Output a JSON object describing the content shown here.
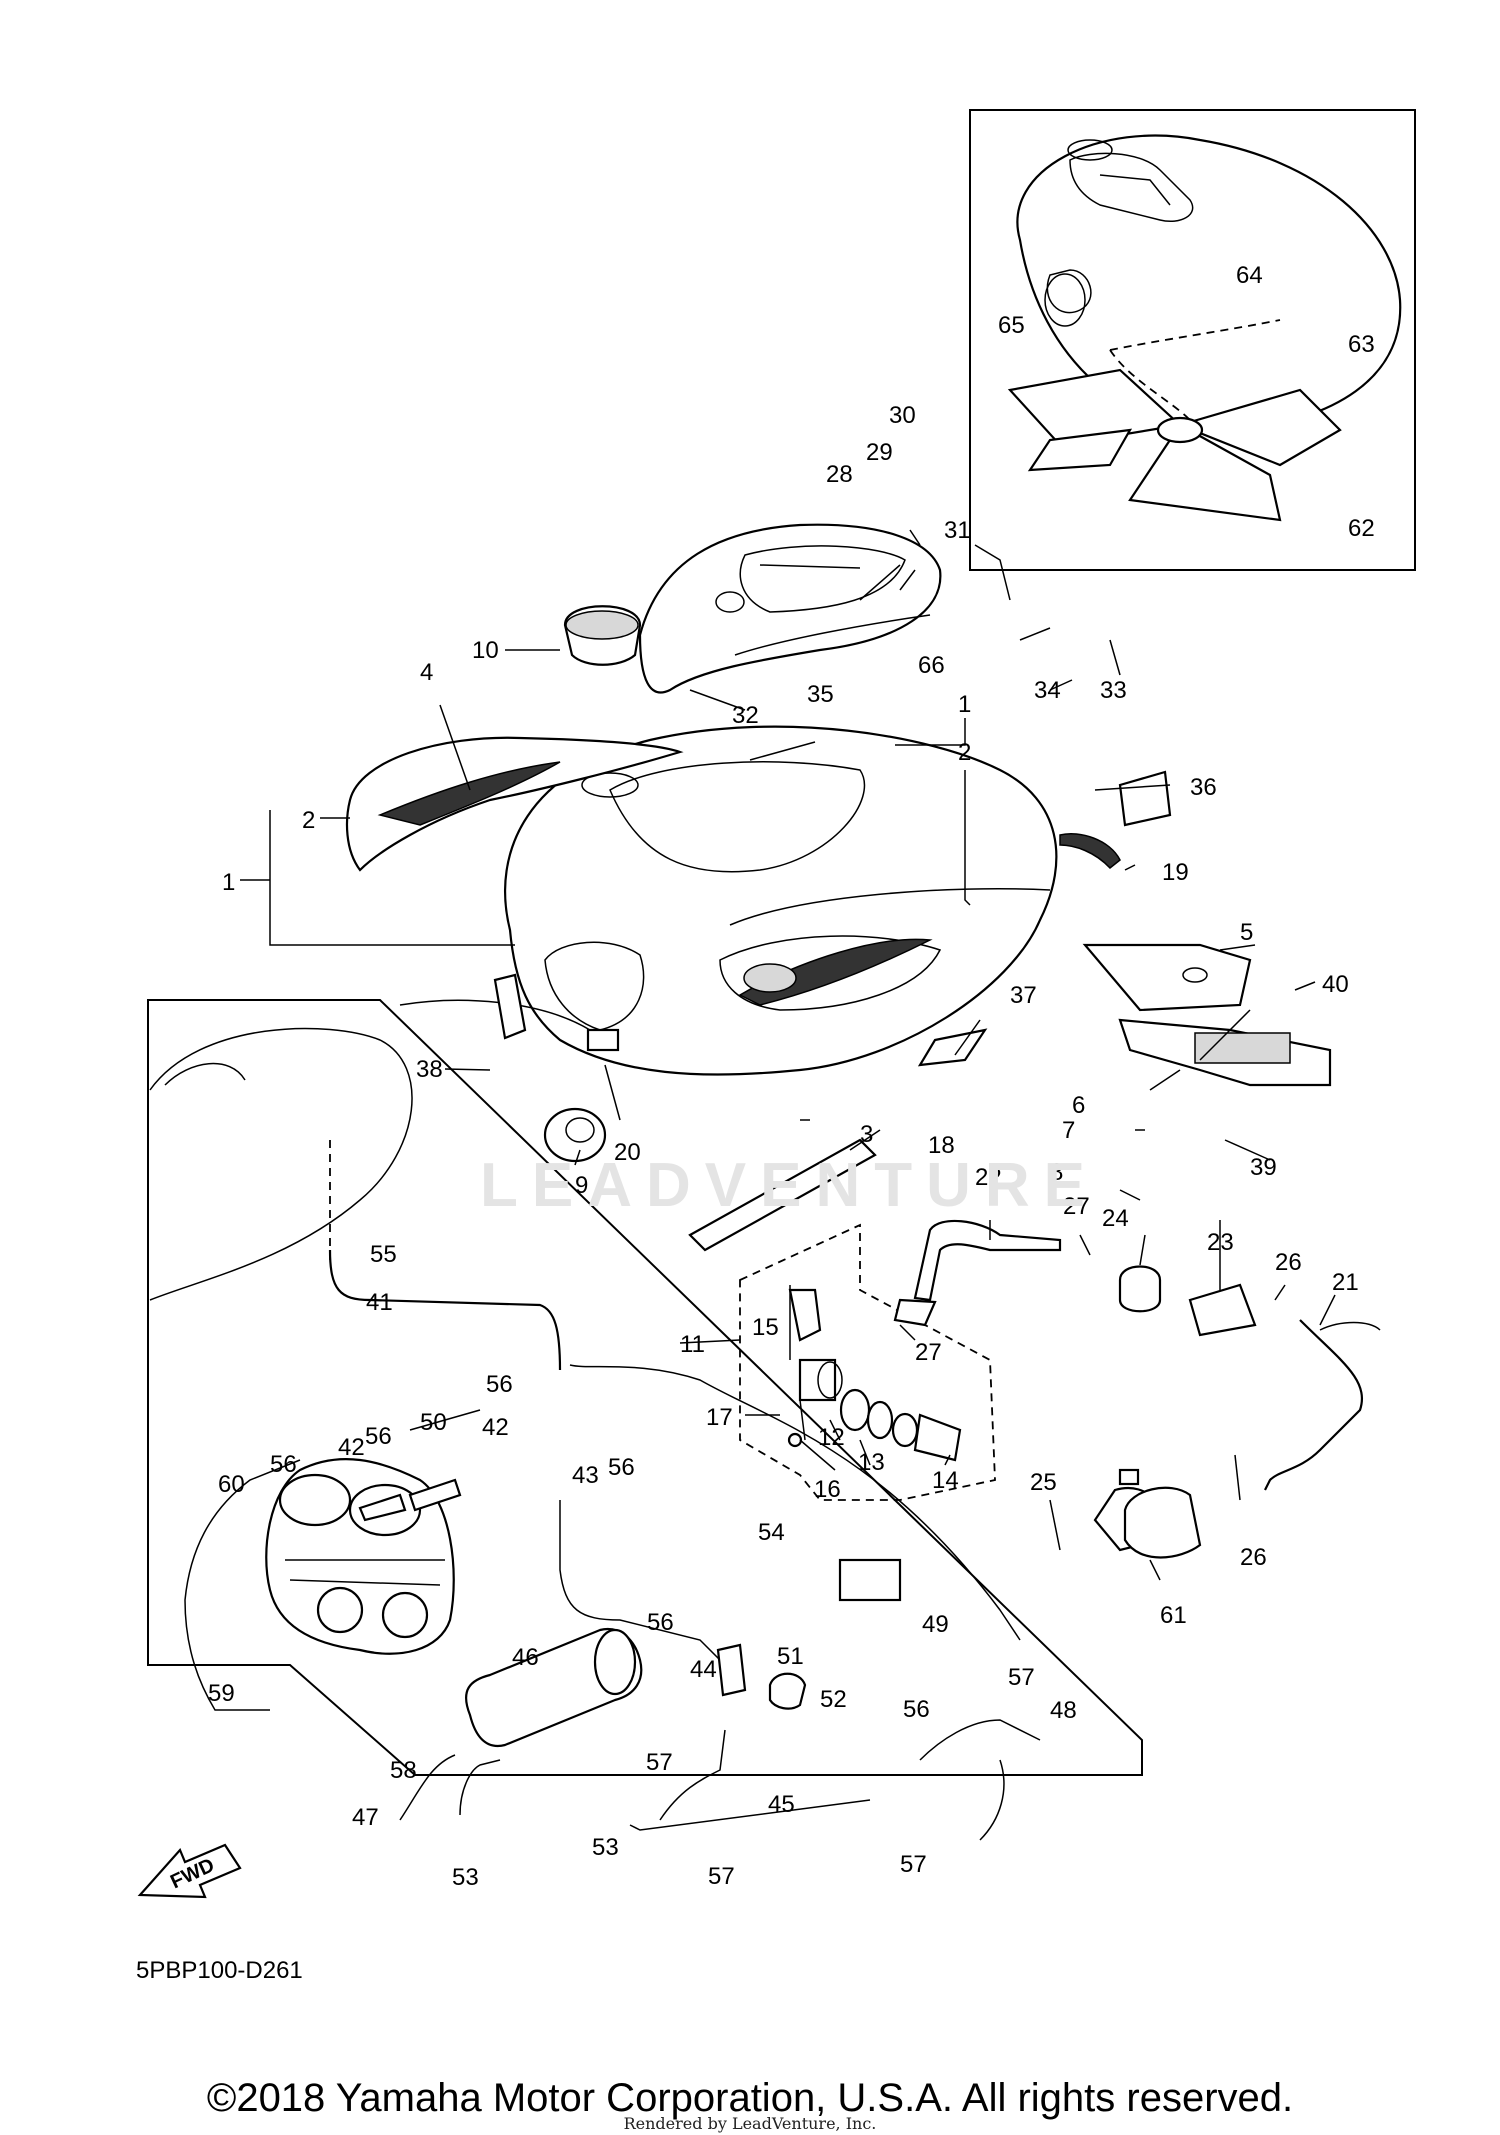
{
  "diagram_code": "5PBP100-D261",
  "copyright": "©2018 Yamaha Motor Corporation, U.S.A. All rights reserved.",
  "rendered_by": "Rendered by LeadVenture, Inc.",
  "watermark": "LEADVENTURE",
  "fwd_label": "FWD",
  "callouts": [
    {
      "label": "1"
    },
    {
      "label": "2"
    },
    {
      "label": "1"
    },
    {
      "label": "2"
    },
    {
      "label": "3"
    },
    {
      "label": "4"
    },
    {
      "label": "5"
    },
    {
      "label": "6"
    },
    {
      "label": "7"
    },
    {
      "label": "8"
    },
    {
      "label": "9"
    },
    {
      "label": "10"
    },
    {
      "label": "11"
    },
    {
      "label": "12"
    },
    {
      "label": "13"
    },
    {
      "label": "14"
    },
    {
      "label": "15"
    },
    {
      "label": "16"
    },
    {
      "label": "17"
    },
    {
      "label": "18"
    },
    {
      "label": "19"
    },
    {
      "label": "20"
    },
    {
      "label": "21"
    },
    {
      "label": "22"
    },
    {
      "label": "23"
    },
    {
      "label": "24"
    },
    {
      "label": "25"
    },
    {
      "label": "26"
    },
    {
      "label": "26"
    },
    {
      "label": "27"
    },
    {
      "label": "27"
    },
    {
      "label": "28"
    },
    {
      "label": "29"
    },
    {
      "label": "30"
    },
    {
      "label": "31"
    },
    {
      "label": "32"
    },
    {
      "label": "33"
    },
    {
      "label": "34"
    },
    {
      "label": "35"
    },
    {
      "label": "36"
    },
    {
      "label": "37"
    },
    {
      "label": "38"
    },
    {
      "label": "39"
    },
    {
      "label": "40"
    },
    {
      "label": "41"
    },
    {
      "label": "42"
    },
    {
      "label": "42"
    },
    {
      "label": "43"
    },
    {
      "label": "44"
    },
    {
      "label": "45"
    },
    {
      "label": "46"
    },
    {
      "label": "47"
    },
    {
      "label": "48"
    },
    {
      "label": "49"
    },
    {
      "label": "50"
    },
    {
      "label": "51"
    },
    {
      "label": "52"
    },
    {
      "label": "53"
    },
    {
      "label": "53"
    },
    {
      "label": "54"
    },
    {
      "label": "55"
    },
    {
      "label": "56"
    },
    {
      "label": "56"
    },
    {
      "label": "56"
    },
    {
      "label": "56"
    },
    {
      "label": "56"
    },
    {
      "label": "56"
    },
    {
      "label": "57"
    },
    {
      "label": "57"
    },
    {
      "label": "57"
    },
    {
      "label": "57"
    },
    {
      "label": "58"
    },
    {
      "label": "59"
    },
    {
      "label": "60"
    },
    {
      "label": "61"
    },
    {
      "label": "62"
    },
    {
      "label": "63"
    },
    {
      "label": "64"
    },
    {
      "label": "65"
    },
    {
      "label": "66"
    }
  ]
}
